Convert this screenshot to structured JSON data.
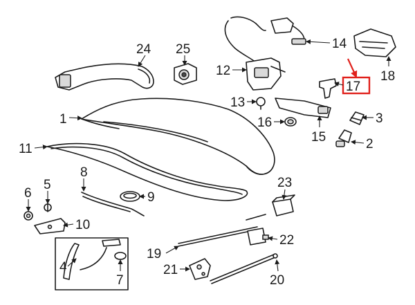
{
  "highlight_color": "#e0201b",
  "highlighted_part": "17",
  "callouts": [
    {
      "id": "1",
      "label": "1"
    },
    {
      "id": "2",
      "label": "2"
    },
    {
      "id": "3",
      "label": "3"
    },
    {
      "id": "4",
      "label": "4"
    },
    {
      "id": "5",
      "label": "5"
    },
    {
      "id": "6",
      "label": "6"
    },
    {
      "id": "7",
      "label": "7"
    },
    {
      "id": "8",
      "label": "8"
    },
    {
      "id": "9",
      "label": "9"
    },
    {
      "id": "10",
      "label": "10"
    },
    {
      "id": "11",
      "label": "11"
    },
    {
      "id": "12",
      "label": "12"
    },
    {
      "id": "13",
      "label": "13"
    },
    {
      "id": "14",
      "label": "14"
    },
    {
      "id": "15",
      "label": "15"
    },
    {
      "id": "16",
      "label": "16"
    },
    {
      "id": "17",
      "label": "17"
    },
    {
      "id": "18",
      "label": "18"
    },
    {
      "id": "19",
      "label": "19"
    },
    {
      "id": "20",
      "label": "20"
    },
    {
      "id": "21",
      "label": "21"
    },
    {
      "id": "22",
      "label": "22"
    },
    {
      "id": "23",
      "label": "23"
    },
    {
      "id": "24",
      "label": "24"
    },
    {
      "id": "25",
      "label": "25"
    }
  ]
}
